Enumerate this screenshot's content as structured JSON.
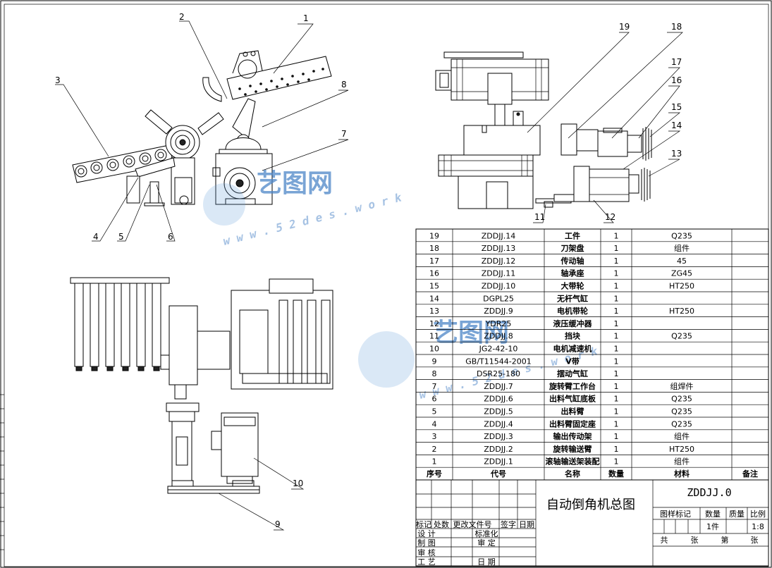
{
  "balloons": [
    "1",
    "2",
    "3",
    "4",
    "5",
    "6",
    "7",
    "8",
    "9",
    "10",
    "11",
    "12",
    "13",
    "14",
    "15",
    "16",
    "17",
    "18",
    "19"
  ],
  "watermark": {
    "logo_text": "艺图网",
    "url_text": "w w w . 5 2 d e s . w o r k"
  },
  "bom": {
    "header": {
      "seq": "序号",
      "code": "代号",
      "name": "名称",
      "qty": "数量",
      "material": "材料",
      "remark": "备注"
    },
    "rows": [
      {
        "seq": "19",
        "code": "ZDDJJ.14",
        "name": "工件",
        "qty": "1",
        "material": "Q235"
      },
      {
        "seq": "18",
        "code": "ZDDJJ.13",
        "name": "刀架盘",
        "qty": "1",
        "material": "组件"
      },
      {
        "seq": "17",
        "code": "ZDDJJ.12",
        "name": "传动轴",
        "qty": "1",
        "material": "45"
      },
      {
        "seq": "16",
        "code": "ZDDJJ.11",
        "name": "轴承座",
        "qty": "1",
        "material": "ZG45"
      },
      {
        "seq": "15",
        "code": "ZDDJJ.10",
        "name": "大带轮",
        "qty": "1",
        "material": "HT250"
      },
      {
        "seq": "14",
        "code": "DGPL25",
        "name": "无杆气缸",
        "qty": "1",
        "material": ""
      },
      {
        "seq": "13",
        "code": "ZDDJJ.9",
        "name": "电机带轮",
        "qty": "1",
        "material": "HT250"
      },
      {
        "seq": "12",
        "code": "YDR25",
        "name": "液压缓冲器",
        "qty": "1",
        "material": ""
      },
      {
        "seq": "11",
        "code": "ZDDJJ.8",
        "name": "挡块",
        "qty": "1",
        "material": "Q235"
      },
      {
        "seq": "10",
        "code": "JG2-42-10",
        "name": "电机减速机",
        "qty": "1",
        "material": ""
      },
      {
        "seq": "9",
        "code": "GB/T11544-2001",
        "name": "V带",
        "qty": "1",
        "material": ""
      },
      {
        "seq": "8",
        "code": "DSR25-180",
        "name": "摆动气缸",
        "qty": "1",
        "material": ""
      },
      {
        "seq": "7",
        "code": "ZDDJJ.7",
        "name": "旋转臂工作台",
        "qty": "1",
        "material": "组焊件"
      },
      {
        "seq": "6",
        "code": "ZDDJJ.6",
        "name": "出料气缸底板",
        "qty": "1",
        "material": "Q235"
      },
      {
        "seq": "5",
        "code": "ZDDJJ.5",
        "name": "出料臂",
        "qty": "1",
        "material": "Q235"
      },
      {
        "seq": "4",
        "code": "ZDDJJ.4",
        "name": "出料臂固定座",
        "qty": "1",
        "material": "Q235"
      },
      {
        "seq": "3",
        "code": "ZDDJJ.3",
        "name": "输出传动架",
        "qty": "1",
        "material": "组件"
      },
      {
        "seq": "2",
        "code": "ZDDJJ.2",
        "name": "旋转输送臂",
        "qty": "1",
        "material": "HT250"
      },
      {
        "seq": "1",
        "code": "ZDDJJ.1",
        "name": "滚轴输送架装配",
        "qty": "1",
        "material": "组件"
      }
    ]
  },
  "title_block": {
    "drawing_title": "自动倒角机总图",
    "drawing_code": "ZDDJJ.0",
    "rev_header": [
      "标记",
      "处数",
      "更改文件号",
      "签字",
      "日期"
    ],
    "roles_left": [
      "设  计",
      "制  图",
      "审  核",
      "工  艺"
    ],
    "roles_right": [
      "标准化",
      "审  定",
      "",
      "日  期"
    ],
    "meta_labels": {
      "stage": "图样标记",
      "qty": "数量",
      "weight": "质量",
      "scale": "比例"
    },
    "meta_values": {
      "qty": "1件",
      "scale": "1:8"
    },
    "sheet_labels": {
      "total": "共",
      "sheets": "张",
      "no": "第",
      "sheet": "张"
    }
  }
}
